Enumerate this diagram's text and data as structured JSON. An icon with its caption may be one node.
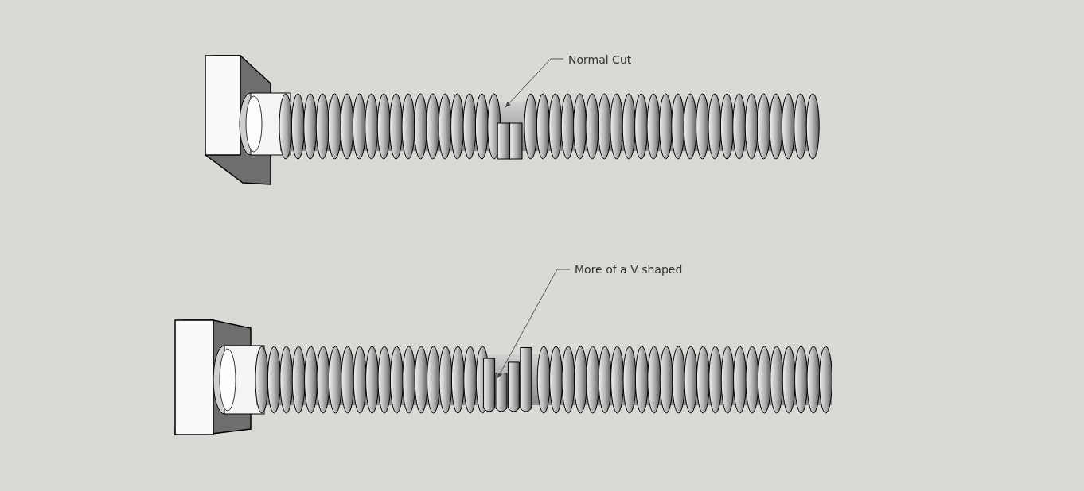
{
  "diagram": {
    "nodes": [
      {
        "text": [
          "Normal Cut"
        ]
      },
      {
        "text": [
          "More of a V shaped"
        ]
      }
    ],
    "edges": [
      {
        "from": 0,
        "to": null,
        "arrow": "to"
      },
      {
        "from": 1,
        "to": null,
        "arrow": "to"
      }
    ]
  }
}
